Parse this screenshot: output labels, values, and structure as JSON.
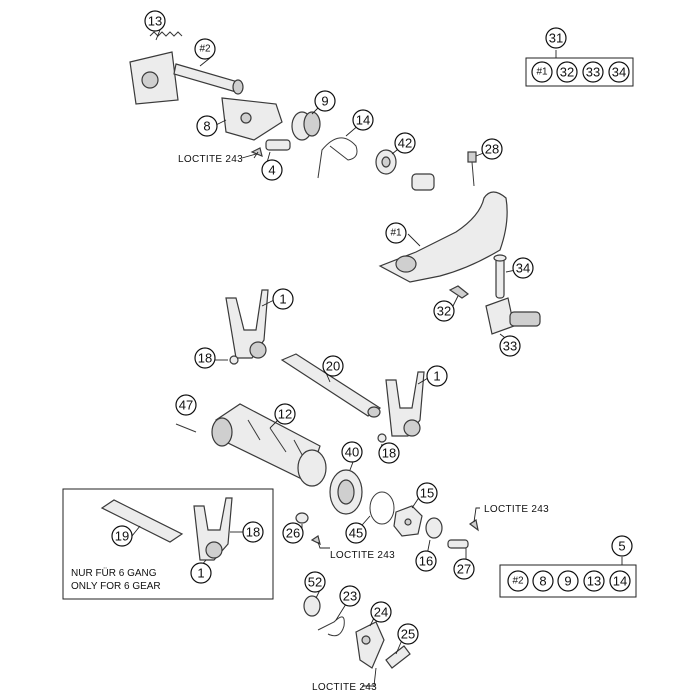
{
  "callouts": {
    "c13": "13",
    "c2a": "#2",
    "c8": "8",
    "c9": "9",
    "c14a": "14",
    "c42": "42",
    "c4": "4",
    "c28": "28",
    "c1a": "#1",
    "c34": "34",
    "c32": "32",
    "c33": "33",
    "c1b": "1",
    "c18a": "18",
    "c20": "20",
    "c1c": "1",
    "c47": "47",
    "c12": "12",
    "c40": "40",
    "c18b": "18",
    "c15": "15",
    "c19": "19",
    "c18c": "18",
    "c1d": "1",
    "c26": "26",
    "c45": "45",
    "c16": "16",
    "c27": "27",
    "c52": "52",
    "c23": "23",
    "c24": "24",
    "c25": "25",
    "c31": "31",
    "c5": "5"
  },
  "kit_31": {
    "label": "31",
    "items": [
      "#1",
      "32",
      "33",
      "34"
    ]
  },
  "kit_5": {
    "label": "5",
    "items": [
      "#2",
      "8",
      "9",
      "13",
      "14"
    ]
  },
  "notes": {
    "loctite_1": "LOCTITE 243",
    "loctite_2": "LOCTITE 243",
    "loctite_3": "LOCTITE 243",
    "loctite_4": "LOCTITE 243"
  },
  "inset": {
    "line1": "NUR FÜR 6 GANG",
    "line2": "ONLY FOR 6 GEAR"
  }
}
